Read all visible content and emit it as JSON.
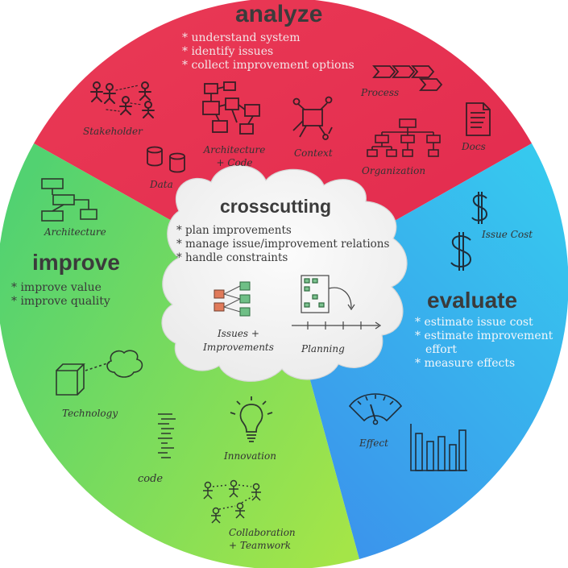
{
  "colors": {
    "analyze": "#e8304f",
    "evaluate": "#33b7ea",
    "improve": "#5fd466",
    "cloud": "#f4f4f4",
    "text": "#3a3a3a",
    "sketch": "#3a3a3a",
    "sketch_red": "#3a1f26"
  },
  "analyze": {
    "title": "analyze",
    "bullets": [
      "* understand system",
      "* identify issues",
      "* collect improvement options"
    ],
    "labels": {
      "stakeholder": "Stakeholder",
      "data": "Data",
      "architecture_code": [
        "Architecture",
        "+ Code"
      ],
      "context": "Context",
      "process": "Process",
      "organization": "Organization",
      "docs": "Docs"
    }
  },
  "crosscutting": {
    "title": "crosscutting",
    "bullets": [
      "* plan improvements",
      "* manage issue/improvement relations",
      "* handle constraints"
    ],
    "labels": {
      "issues_improvements": [
        "Issues +",
        "Improvements"
      ],
      "planning": "Planning"
    }
  },
  "evaluate": {
    "title": "evaluate",
    "bullets": [
      "* estimate issue cost",
      "* estimate improvement",
      "effort",
      "* measure effects"
    ],
    "labels": {
      "issue_cost": "Issue Cost",
      "effect": "Effect"
    }
  },
  "improve": {
    "title": "improve",
    "bullets": [
      "* improve value",
      "* improve quality"
    ],
    "labels": {
      "architecture": "Architecture",
      "technology": "Technology",
      "code": "code",
      "innovation": "Innovation",
      "collaboration": [
        "Collaboration",
        "+ Teamwork"
      ]
    }
  }
}
